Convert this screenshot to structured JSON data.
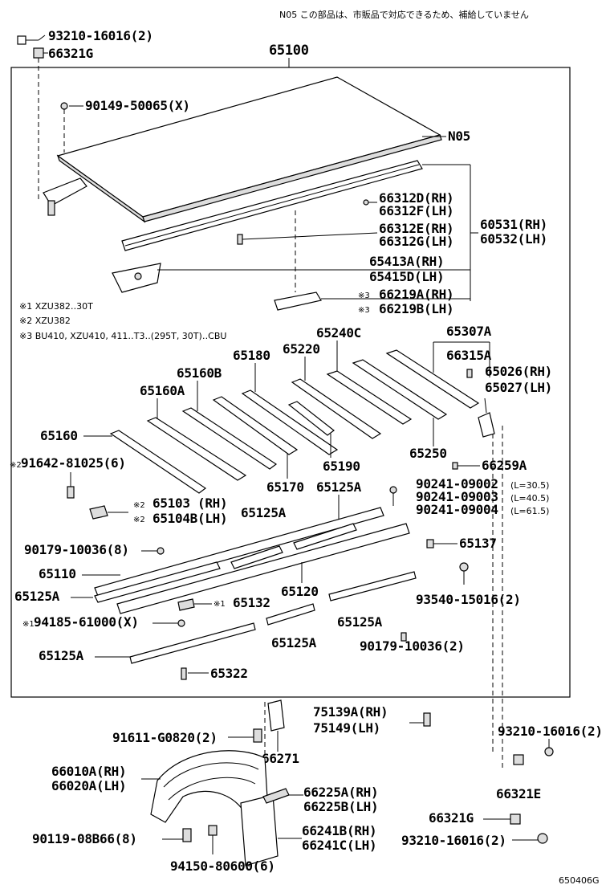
{
  "header_note": "N05 この部品は、市販品で対応できるため、補給していません",
  "figure_code": "650406G",
  "notes": [
    "※1 XZU382‥30T",
    "※2 XZU382",
    "※3 BU410, XZU410, 411‥T3‥(295T, 30T)‥CBU"
  ],
  "labels": {
    "l93210_16016_2_top": "93210-16016(2)",
    "l66321G_top": "66321G",
    "l65100": "65100",
    "l90149": "90149-50065(X)",
    "lN05": "N05",
    "l66312D": "66312D(RH)",
    "l66312F": "66312F(LH)",
    "l66312E": "66312E(RH)",
    "l66312G": "66312G(LH)",
    "l60531": "60531(RH)",
    "l60532": "60532(LH)",
    "l65413A": "65413A(RH)",
    "l65415D": "65415D(LH)",
    "l66219A": "66219A(RH)",
    "l66219B": "66219B(LH)",
    "m3a": "※3",
    "m3b": "※3",
    "l65240C": "65240C",
    "l65307A": "65307A",
    "l65220": "65220",
    "l66315A": "66315A",
    "l65180": "65180",
    "l65026": "65026(RH)",
    "l65027": "65027(LH)",
    "l65160B": "65160B",
    "l65160A": "65160A",
    "l65160": "65160",
    "l65250": "65250",
    "l91642": "91642-81025(6)",
    "m2a": "※2",
    "l65190": "65190",
    "l66259A": "66259A",
    "l65170": "65170",
    "l65125A_1": "65125A",
    "l90241_a": "90241-09002",
    "l90241_a_len": "(L=30.5)",
    "l90241_b": "90241-09003",
    "l90241_b_len": "(L=40.5)",
    "l90241_c": "90241-09004",
    "l90241_c_len": "(L=61.5)",
    "m2b": "※2",
    "l65103": "65103 (RH)",
    "m2c": "※2",
    "l65104B": "65104B(LH)",
    "l65125A_2": "65125A",
    "l90179_a": "90179-10036(8)",
    "l65137": "65137",
    "l65110": "65110",
    "l65120": "65120",
    "l93540": "93540-15016(2)",
    "l65125A_3": "65125A",
    "m1a": "※1",
    "l65132": "65132",
    "m1b": "※1",
    "l94185": "94185-61000(X)",
    "l65125A_4": "65125A",
    "l65125A_5": "65125A",
    "l90179_b": "90179-10036(2)",
    "l65125A_6": "65125A",
    "l65322": "65322",
    "l75139A": "75139A(RH)",
    "l75149": "75149(LH)",
    "l91611": "91611-G0820(2)",
    "l93210_16016_2_mid": "93210-16016(2)",
    "l66271": "66271",
    "l66010A": "66010A(RH)",
    "l66020A": "66020A(LH)",
    "l66321E": "66321E",
    "l66225A": "66225A(RH)",
    "l66225B": "66225B(LH)",
    "l66321G_bot": "66321G",
    "l90119": "90119-08B66(8)",
    "l66241B": "66241B(RH)",
    "l66241C": "66241C(LH)",
    "l93210_16016_2_bot": "93210-16016(2)",
    "l94150": "94150-80600(6)"
  }
}
